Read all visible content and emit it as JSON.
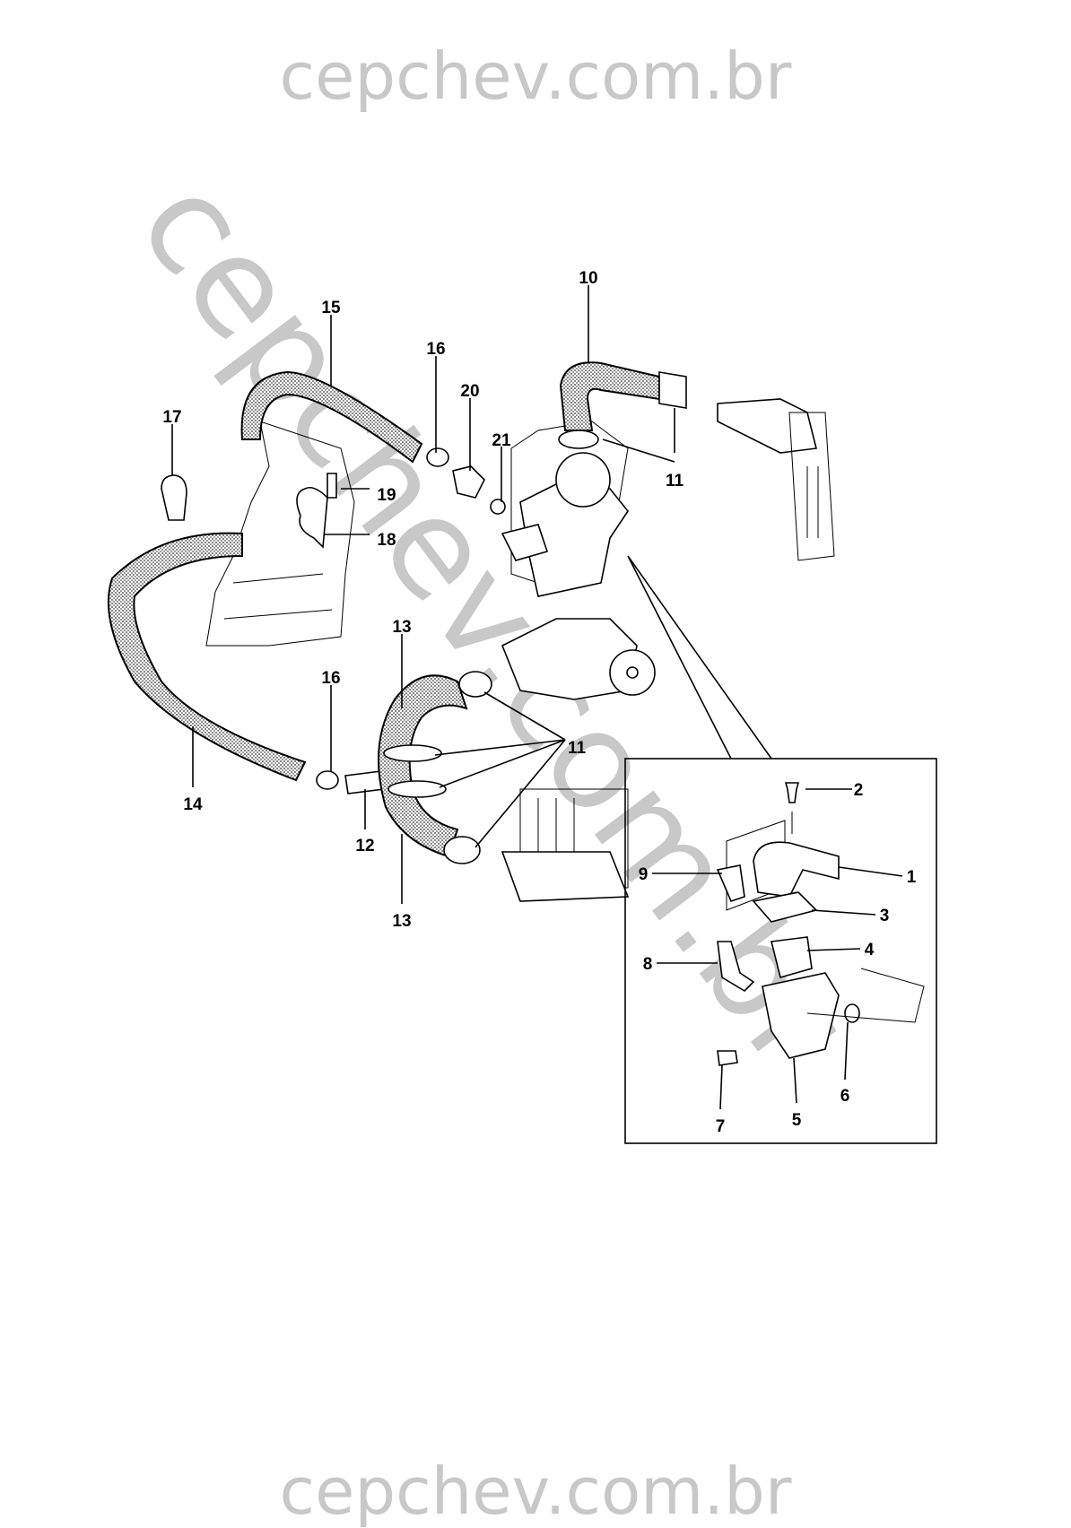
{
  "watermark": {
    "top": "cepchev.com.br",
    "diagonal": "cepchev.com.br",
    "bottom": "cepchev.com.br"
  },
  "callouts": {
    "p10": "10",
    "p15": "15",
    "p16a": "16",
    "p20": "20",
    "p21": "21",
    "p17": "17",
    "p19": "19",
    "p18": "18",
    "p11a": "11",
    "p13a": "13",
    "p16b": "16",
    "p11b": "11",
    "p14": "14",
    "p12": "12",
    "p13b": "13",
    "p2": "2",
    "p1": "1",
    "p9": "9",
    "p3": "3",
    "p4": "4",
    "p8": "8",
    "p6": "6",
    "p7": "7",
    "p5": "5"
  }
}
